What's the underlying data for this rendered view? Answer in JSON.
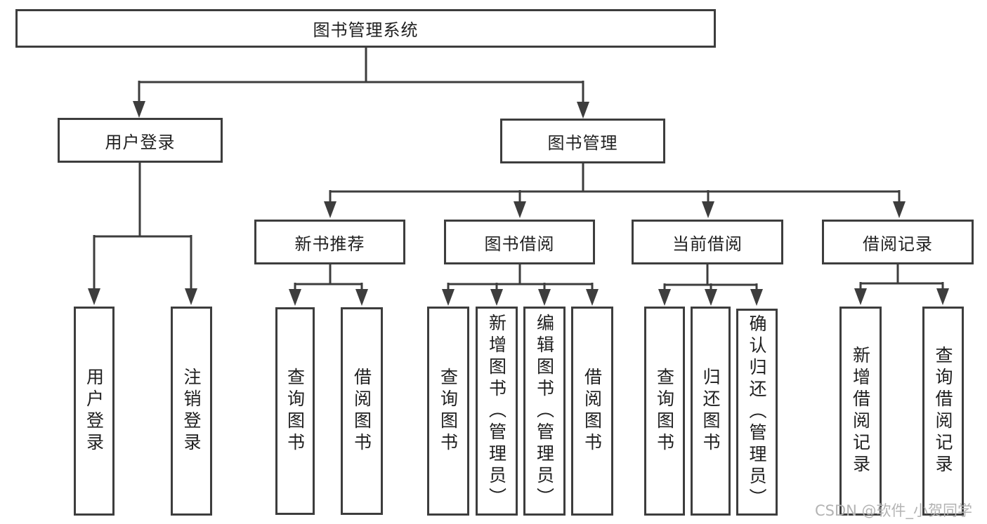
{
  "diagram": {
    "type": "hierarchy-function-structure-chart",
    "root": {
      "label": "图书管理系统",
      "children": [
        {
          "label": "用户登录",
          "leaves": [
            "用户登录",
            "注销登录"
          ]
        },
        {
          "label": "图书管理",
          "children": [
            {
              "label": "新书推荐",
              "leaves": [
                "查询图书",
                "借阅图书"
              ]
            },
            {
              "label": "图书借阅",
              "leaves": [
                "查询图书",
                "新增图书（管理员）",
                "编辑图书（管理员）",
                "借阅图书"
              ]
            },
            {
              "label": "当前借阅",
              "leaves": [
                "查询图书",
                "归还图书",
                "确认归还（管理员）"
              ]
            },
            {
              "label": "借阅记录",
              "leaves": [
                "新增借阅记录",
                "查询借阅记录"
              ]
            }
          ]
        }
      ]
    },
    "watermark": "CSDN @软件_小贺同学",
    "colors": {
      "line": "#3d3d3d",
      "box_border": "#3d3d3d",
      "text": "#1f1f1f",
      "watermark_text": "#b3b3b3",
      "background": "#ffffff"
    }
  }
}
